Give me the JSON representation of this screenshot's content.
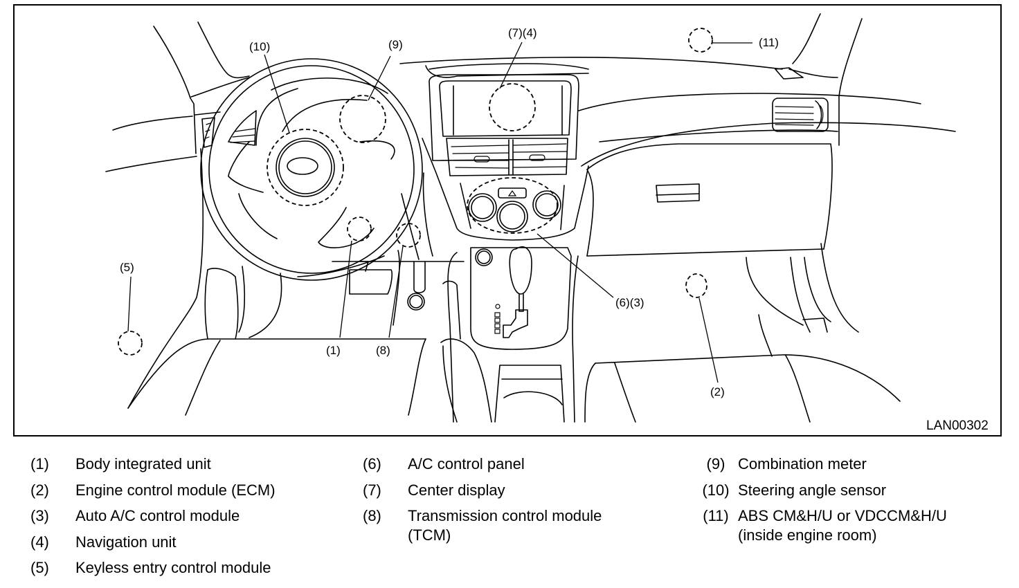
{
  "figure": {
    "code": "LAN00302",
    "callouts": [
      {
        "id": "callout-10",
        "label": "(10)"
      },
      {
        "id": "callout-9",
        "label": "(9)"
      },
      {
        "id": "callout-7-4",
        "label": "(7)(4)"
      },
      {
        "id": "callout-11",
        "label": "(11)"
      },
      {
        "id": "callout-5",
        "label": "(5)"
      },
      {
        "id": "callout-6-3",
        "label": "(6)(3)"
      },
      {
        "id": "callout-1",
        "label": "(1)"
      },
      {
        "id": "callout-8",
        "label": "(8)"
      },
      {
        "id": "callout-2",
        "label": "(2)"
      }
    ]
  },
  "legend": {
    "columns": [
      [
        {
          "num": "(1)",
          "desc": "Body integrated unit"
        },
        {
          "num": "(2)",
          "desc": "Engine control module (ECM)"
        },
        {
          "num": "(3)",
          "desc": "Auto A/C control module"
        },
        {
          "num": "(4)",
          "desc": "Navigation unit"
        },
        {
          "num": "(5)",
          "desc": "Keyless entry control module"
        }
      ],
      [
        {
          "num": "(6)",
          "desc": "A/C control panel"
        },
        {
          "num": "(7)",
          "desc": "Center display"
        },
        {
          "num": "(8)",
          "desc": "Transmission control module",
          "desc2": "(TCM)"
        }
      ],
      [
        {
          "num": "(9)",
          "desc": "Combination meter"
        },
        {
          "num": "(10)",
          "desc": "Steering angle sensor"
        },
        {
          "num": "(11)",
          "desc": "ABS CM&H/U or VDCCM&H/U",
          "desc2": "(inside engine room)"
        }
      ]
    ]
  }
}
